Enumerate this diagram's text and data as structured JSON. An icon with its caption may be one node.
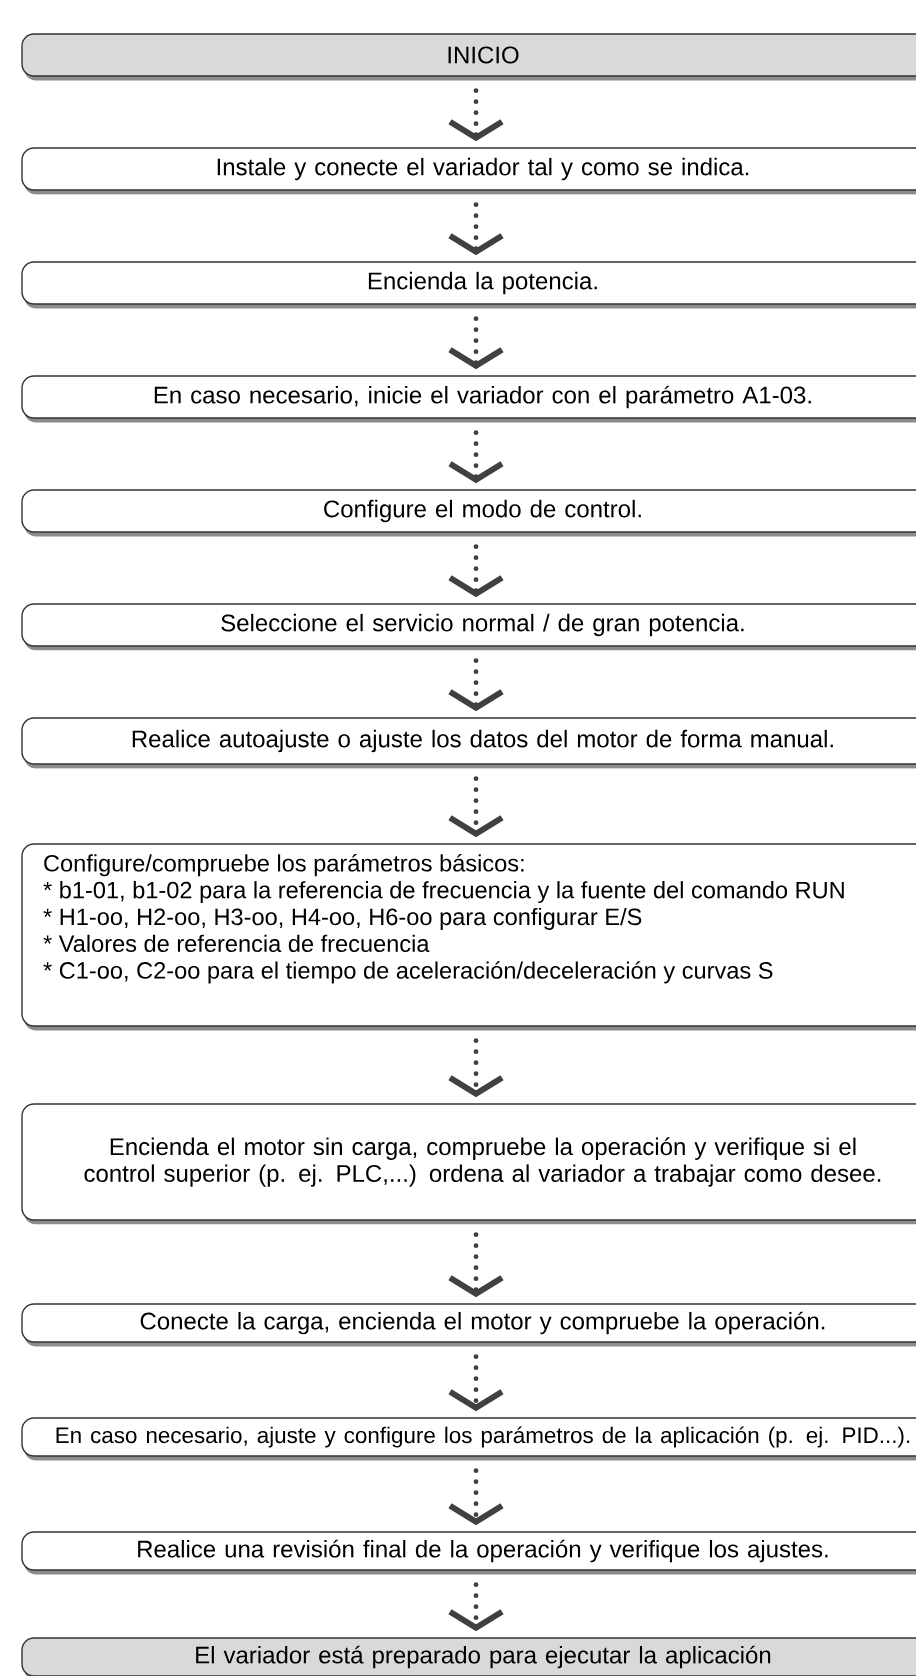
{
  "diagram": {
    "nodes": [
      {
        "text": [
          "INICIO"
        ]
      },
      {
        "text": [
          "Instale y conecte el variador tal y como se indica."
        ]
      },
      {
        "text": [
          "Encienda la potencia."
        ]
      },
      {
        "text": [
          "En caso necesario, inicie el variador con el parámetro A1-03."
        ]
      },
      {
        "text": [
          "Configure el modo de control."
        ]
      },
      {
        "text": [
          "Seleccione el servicio normal / de gran potencia."
        ]
      },
      {
        "text": [
          "Realice autoajuste o ajuste los datos del motor de forma manual."
        ]
      },
      {
        "text": [
          "Configure/compruebe los parámetros básicos:",
          "* b1-01, b1-02 para la referencia de frecuencia y la fuente del comando RUN",
          "* H1-oo, H2-oo, H3-oo, H4-oo, H6-oo para configurar E/S",
          "* Valores de referencia de frecuencia",
          "* C1-oo, C2-oo para el tiempo de aceleración/deceleración y curvas S"
        ]
      },
      {
        "text": [
          "Encienda el motor sin carga, compruebe la operación y verifique si el control superior (p. ej. PLC,...) ordena al variador a trabajar como desee."
        ]
      },
      {
        "text": [
          "Conecte la carga, encienda el motor y compruebe la operación."
        ]
      },
      {
        "text": [
          "En caso necesario, ajuste y configure los parámetros de la aplicación (p. ej. PID...)."
        ]
      },
      {
        "text": [
          "Realice una revisión final de la operación y verifique los ajustes."
        ]
      },
      {
        "text": [
          "El variador está preparado para ejecutar la aplicación"
        ]
      }
    ],
    "edges": [
      {
        "from": 0,
        "to": 1,
        "arrow": "to"
      },
      {
        "from": 1,
        "to": 2,
        "arrow": "to"
      },
      {
        "from": 2,
        "to": 3,
        "arrow": "to"
      },
      {
        "from": 3,
        "to": 4,
        "arrow": "to"
      },
      {
        "from": 4,
        "to": 5,
        "arrow": "to"
      },
      {
        "from": 5,
        "to": 6,
        "arrow": "to"
      },
      {
        "from": 6,
        "to": 7,
        "arrow": "to"
      },
      {
        "from": 7,
        "to": 8,
        "arrow": "to"
      },
      {
        "from": 8,
        "to": 9,
        "arrow": "to"
      },
      {
        "from": 9,
        "to": 10,
        "arrow": "to"
      },
      {
        "from": 10,
        "to": 11,
        "arrow": "to"
      },
      {
        "from": 11,
        "to": 12,
        "arrow": "to"
      }
    ]
  }
}
